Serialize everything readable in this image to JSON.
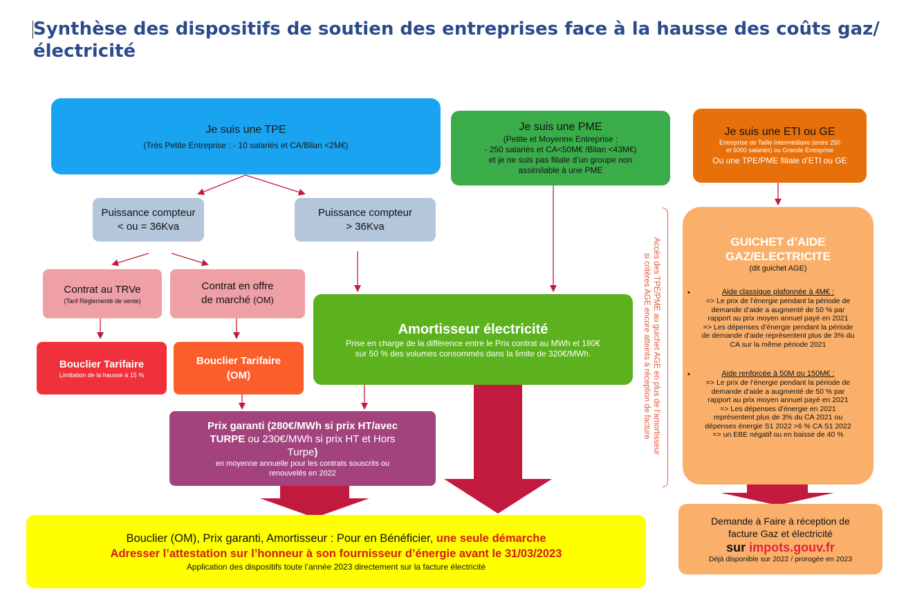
{
  "title": "Synthèse des dispositifs de soutien des entreprises face à la hausse des coûts gaz/ électricité",
  "colors": {
    "tpe": "#1aa3f0",
    "pme": "#3aad4a",
    "eti": "#e8700a",
    "grey": "#b3c6da",
    "pink": "#ef9fa6",
    "red": "#f0303a",
    "orange": "#fb5e2a",
    "green": "#5cb21e",
    "purple": "#a3437e",
    "guichet": "#fab06a",
    "yellow": "#ffff00",
    "arrow": "#c2193f",
    "vertical_text": "#e2563b"
  },
  "tpe": {
    "title": "Je suis une TPE",
    "subtitle": "(Très Petite Entreprise : - 10 salariés et CA/Bilan <2M€)"
  },
  "pme": {
    "title": "Je suis une PME",
    "line1": "(Petite et Moyenne Entreprise :",
    "line2": "- 250 salariés et CA<50M€ /Bilan <43M€)",
    "line3": "et je ne suis pas filiale d’un groupe non",
    "line4": "assimilable à une PME"
  },
  "eti": {
    "title": "Je suis une ETI ou GE",
    "line1": "Entreprise de Taille Intermédiaire (entre 250",
    "line2": "et 5000 salariés) ou Grande Entreprise",
    "line3": "Ou  une TPE/PME filiale d’ETI ou GE"
  },
  "puissance_low": {
    "line1": "Puissance compteur",
    "line2": "< ou = 36Kva"
  },
  "puissance_high": {
    "line1": "Puissance compteur",
    "line2": "> 36Kva"
  },
  "contrat_trve": {
    "line1": "Contrat au TRVe",
    "line2": "(Tarif Réglementé de vente)"
  },
  "contrat_om": {
    "line1": "Contrat en offre",
    "line2a": "de marché ",
    "line2b": "(OM)"
  },
  "bouclier1": {
    "title": "Bouclier Tarifaire",
    "subtitle": "Limitation de la hausse à 15 %"
  },
  "bouclier2": {
    "line1": "Bouclier Tarifaire",
    "line2": "(OM)"
  },
  "amortisseur": {
    "title": "Amortisseur électricité",
    "line1": "Prise en charge de la différence entre le Prix contrat au MWh et 180€",
    "line2": "sur 50 % des volumes consommés dans la limite de 320€/MWh."
  },
  "prix": {
    "l1": "Prix garanti (280€/MWh si prix HT/avec",
    "l2a": "TURPE",
    "l2b": " ou 230€/MWh si prix HT et Hors",
    "l3a": "Turpe",
    "l3b": ")",
    "l4": "en moyenne annuelle pour les contrats souscrits ou",
    "l5": "renouvelés en 2022"
  },
  "guichet": {
    "title1": "GUICHET d’AIDE",
    "title2": "GAZ/ELECTRICITE",
    "sub": "(dit guichet AGE)",
    "bullet": "•",
    "aide1_title": "Aide classique plafonnée à 4M€ :",
    "aide1_lines": [
      "=> Le prix de l’énergie pendant la période de",
      "demande d’aide a augmenté de 50 % par",
      "rapport au prix moyen annuel payé en 2021",
      "=> Les dépenses d’énergie pendant la période",
      "de demande d’aide représentent plus de 3% du",
      "CA sur la même période 2021"
    ],
    "aide2_title": "Aide renforcée à 50M ou 150M€ :",
    "aide2_lines": [
      "=> Le prix de l’énergie pendant la période de",
      "demande d’aide a augmenté de 50 % par",
      "rapport au prix moyen annuel payé en 2021",
      "=> Les dépenses d’énergie en 2021",
      "représentent plus de 3% du CA 2021 ou",
      "dépenses énergie S1 2022 >6 % CA S1 2022",
      "=> un EBE négatif ou en baisse de 40 %"
    ]
  },
  "vertical": {
    "line1": "Accès des TPE/PME au guichet AGE en plus de l’amortisseur",
    "line2": "si critères AGE encore atteints à réception de facture"
  },
  "demande": {
    "line1": "Demande à Faire à réception de",
    "line2": "facture Gaz et électricité",
    "sur": "sur ",
    "site": "impots.gouv.fr",
    "line4": "Déjà disponible sur 2022 / prorogée en 2023"
  },
  "bottom": {
    "l1a": "Bouclier (OM), Prix garanti, Amortisseur : Pour en Bénéficier, ",
    "l1b": "une seule démarche",
    "l2": "Adresser l’attestation sur l’honneur à son fournisseur d’énergie avant le 31/03/2023",
    "l3": "Application des dispositifs toute l’année 2023 directement sur la facture électricité"
  }
}
